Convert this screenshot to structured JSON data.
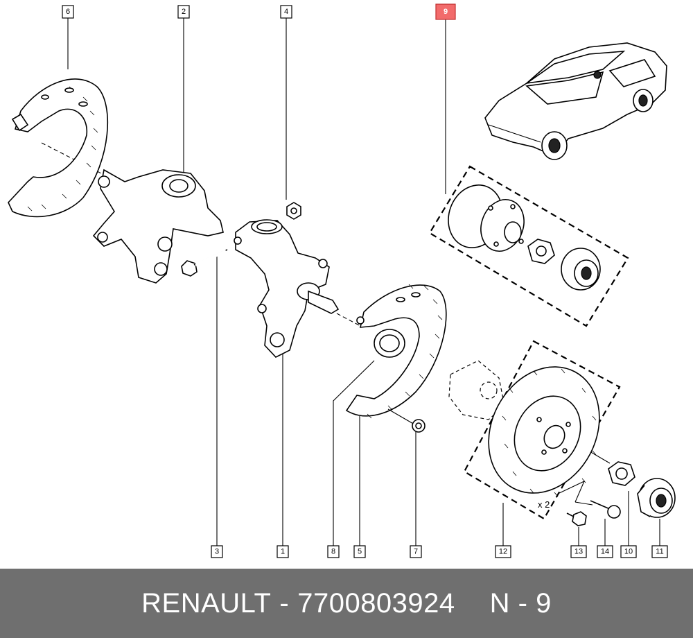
{
  "footer": {
    "brand": "RENAULT",
    "separator": "-",
    "part_number": "7700803924",
    "ref": "N - 9"
  },
  "callouts": {
    "c1": "1",
    "c2": "2",
    "c3": "3",
    "c4": "4",
    "c5": "5",
    "c6": "6",
    "c7": "7",
    "c8": "8",
    "c9": "9",
    "c10": "10",
    "c11": "11",
    "c12": "12",
    "c13": "13",
    "c14": "14"
  },
  "annotation": {
    "multiplier": "x 2"
  },
  "highlight_color": "#f26b6b",
  "footer_color": "#6f6f6f"
}
